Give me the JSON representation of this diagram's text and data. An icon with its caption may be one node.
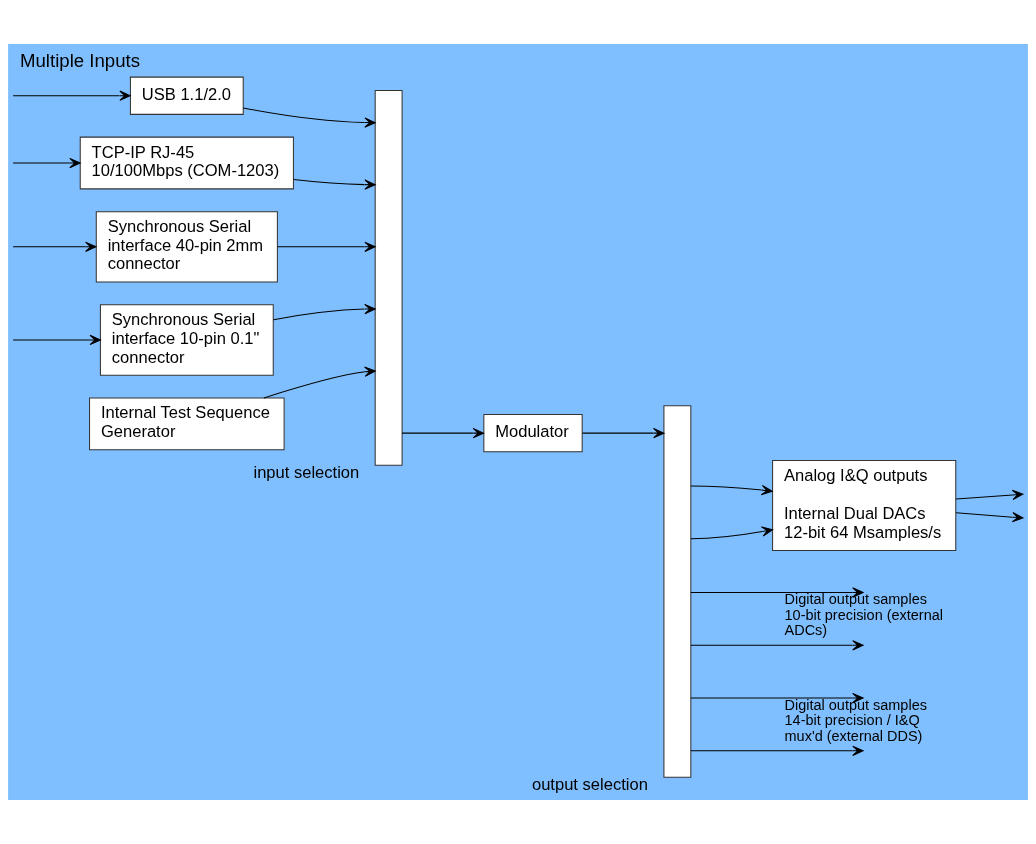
{
  "diagram": {
    "title": "Multiple Inputs",
    "nodes": [
      {
        "text": [
          "USB 1.1/2.0"
        ]
      },
      {
        "text": [
          "TCP-IP RJ-45 10/100Mbps (COM-1203)"
        ]
      },
      {
        "text": [
          "Synchronous Serial interface 40-pin 2mm connector"
        ]
      },
      {
        "text": [
          "Synchronous Serial interface 10-pin 0.1\" connector"
        ]
      },
      {
        "text": [
          "Internal Test Sequence Generator"
        ]
      },
      {
        "text": [],
        "shape": "bar",
        "beside": [
          "input selection"
        ]
      },
      {
        "text": [
          "Modulator"
        ]
      },
      {
        "text": [],
        "shape": "bar",
        "beside": [
          "output selection"
        ]
      },
      {
        "text": [
          "Analog I&Q outputs",
          "Internal Dual DACs 12-bit 64 Msamples/s"
        ]
      }
    ],
    "edges": [
      {
        "from": null,
        "to": 0,
        "arrow": "to"
      },
      {
        "from": null,
        "to": 1,
        "arrow": "to"
      },
      {
        "from": null,
        "to": 2,
        "arrow": "to"
      },
      {
        "from": null,
        "to": 3,
        "arrow": "to"
      },
      {
        "from": 0,
        "to": 5,
        "arrow": "to"
      },
      {
        "from": 1,
        "to": 5,
        "arrow": "to"
      },
      {
        "from": 2,
        "to": 5,
        "arrow": "to"
      },
      {
        "from": 3,
        "to": 5,
        "arrow": "to"
      },
      {
        "from": 4,
        "to": 5,
        "arrow": "to"
      },
      {
        "from": 5,
        "to": 6,
        "arrow": "to"
      },
      {
        "from": 6,
        "to": 7,
        "arrow": "to"
      },
      {
        "from": 7,
        "to": 8,
        "arrow": "to"
      },
      {
        "from": 7,
        "to": 8,
        "arrow": "to"
      },
      {
        "from": 8,
        "to": null,
        "arrow": "to"
      },
      {
        "from": 8,
        "to": null,
        "arrow": "to"
      },
      {
        "from": 7,
        "to": null,
        "arrow": "to",
        "label": "Digital output samples 10-bit precision (external ADCs)"
      },
      {
        "from": 7,
        "to": null,
        "arrow": "to"
      },
      {
        "from": 7,
        "to": null,
        "arrow": "to",
        "label": "Digital output samples 14-bit precision / I&Q mux'd (external DDS)"
      },
      {
        "from": 7,
        "to": null,
        "arrow": "to"
      }
    ]
  }
}
